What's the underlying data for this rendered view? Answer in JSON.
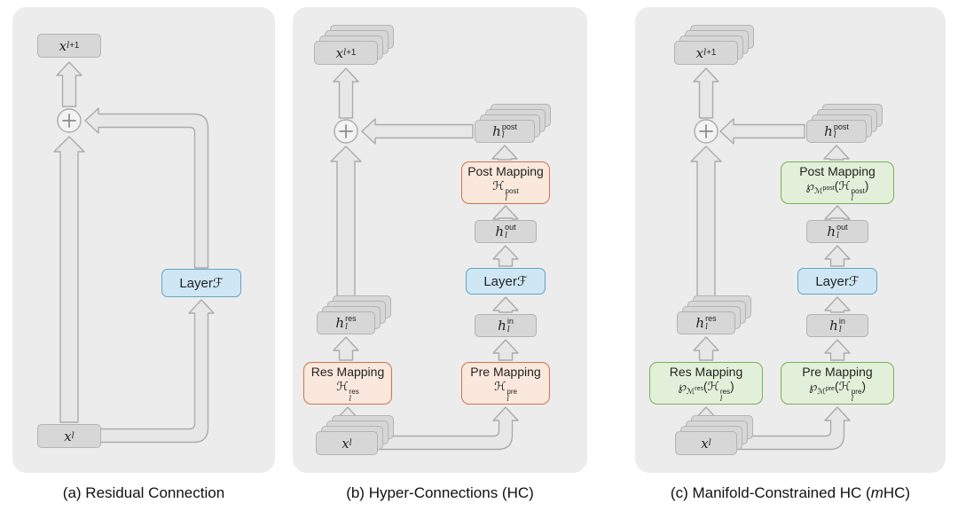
{
  "colors": {
    "panel-bg": "#ececec",
    "box-gray": "#d7d7d7",
    "box-gray-border": "#b3b3b3",
    "arrow-fill": "#e7e7e7",
    "arrow-stroke": "#ababab",
    "blue-fill": "#cfe7f4",
    "blue-border": "#62a3c8",
    "orange-fill": "#fbe8dc",
    "orange-border": "#d4714b",
    "green-fill": "#e3f0d9",
    "green-border": "#77b055",
    "text": "#222222"
  },
  "panels": {
    "a": {
      "caption": "(a) Residual Connection",
      "labels": {
        "x_next": "<i>x</i><sub><i>l</i>+1</sub>",
        "x_cur": "<i>x</i><sub><i>l</i></sub>",
        "layer": "Layer <span class='scr'>ℱ</span>"
      }
    },
    "b": {
      "caption": "(b) Hyper-Connections (HC)",
      "labels": {
        "x_next": "<i>x</i><sub><i>l</i>+1</sub>",
        "x_cur": "<i>x</i><sub><i>l</i></sub>",
        "layer": "Layer <span class='scr'>ℱ</span>",
        "h_res": "<i>h</i><span class='ss'><span class='t'>res</span><span class='b'><i>l</i></span></span>",
        "h_in": "<i>h</i><span class='ss'><span class='t'>in</span><span class='b'><i>l</i></span></span>",
        "h_out": "<i>h</i><span class='ss'><span class='t'>out</span><span class='b'><i>l</i></span></span>",
        "h_post": "<i>h</i><span class='ss'><span class='t'>post</span><span class='b'><i>l</i></span></span>",
        "res_title": "Res Mapping",
        "res_formula": "<span class='scr'>ℋ</span><span class='ss'><span class='t'>res</span><span class='b'><i>l</i></span></span>",
        "pre_title": "Pre Mapping",
        "pre_formula": "<span class='scr'>ℋ</span><span class='ss'><span class='t'>pre</span><span class='b'><i>l</i></span></span>",
        "post_title": "Post Mapping",
        "post_formula": "<span class='scr'>ℋ</span><span class='ss'><span class='t'>post</span><span class='b'><i>l</i></span></span>"
      }
    },
    "c": {
      "caption": "(c) Manifold-Constrained HC (<i>m</i>HC)",
      "labels": {
        "x_next": "<i>x</i><sub><i>l</i>+1</sub>",
        "x_cur": "<i>x</i><sub><i>l</i></sub>",
        "layer": "Layer <span class='scr'>ℱ</span>",
        "h_res": "<i>h</i><span class='ss'><span class='t'>res</span><span class='b'><i>l</i></span></span>",
        "h_in": "<i>h</i><span class='ss'><span class='t'>in</span><span class='b'><i>l</i></span></span>",
        "h_out": "<i>h</i><span class='ss'><span class='t'>out</span><span class='b'><i>l</i></span></span>",
        "h_post": "<i>h</i><span class='ss'><span class='t'>post</span><span class='b'><i>l</i></span></span>",
        "res_title": "Res Mapping",
        "res_formula": "<span class='scr'>℘</span><sub><span class='scr'>ℳ</span><sup>res</sup></sub>(<span class='scr'>ℋ</span><span class='ss'><span class='t'>res</span><span class='b'><i>l</i></span></span>)",
        "pre_title": "Pre Mapping",
        "pre_formula": "<span class='scr'>℘</span><sub><span class='scr'>ℳ</span><sup>pre</sup></sub>(<span class='scr'>ℋ</span><span class='ss'><span class='t'>pre</span><span class='b'><i>l</i></span></span>)",
        "post_title": "Post Mapping",
        "post_formula": "<span class='scr'>℘</span><sub><span class='scr'>ℳ</span><sup>post</sup></sub>(<span class='scr'>ℋ</span><span class='ss'><span class='t'>post</span><span class='b'><i>l</i></span></span>)"
      }
    }
  }
}
